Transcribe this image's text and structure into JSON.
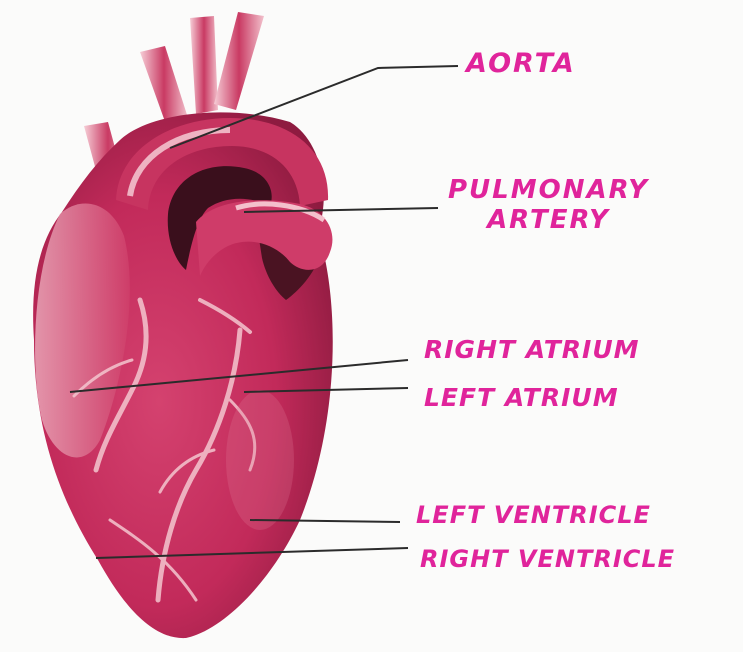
{
  "labels": {
    "aorta": "AORTA",
    "pulmonary_artery_line1": "PULMONARY",
    "pulmonary_artery_line2": "ARTERY",
    "right_atrium": "RIGHT ATRIUM",
    "left_atrium": "LEFT ATRIUM",
    "left_ventricle": "LEFT VENTRICLE",
    "right_ventricle": "RIGHT VENTRICLE"
  },
  "colors": {
    "label_ink": "#e0249b",
    "leader_line": "#2b2b2b",
    "heart_main": "#c72c5e",
    "heart_highlight": "#f4c6cf",
    "heart_shadow": "#3a0f1c",
    "background": "#fbfbfa"
  }
}
